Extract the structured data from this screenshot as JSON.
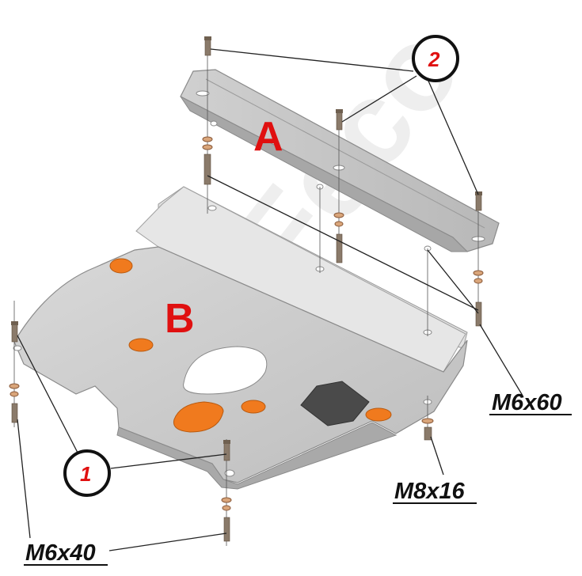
{
  "watermark": {
    "text": "ALFeco"
  },
  "parts": [
    {
      "label": "A"
    },
    {
      "label": "B"
    }
  ],
  "callouts": [
    {
      "number": "1"
    },
    {
      "number": "2"
    }
  ],
  "fasteners": [
    {
      "spec": "M6x60"
    },
    {
      "spec": "M8x16"
    },
    {
      "spec": "M6x40"
    }
  ],
  "colors": {
    "plate_fill": "#c9c9c9",
    "plate_edge": "#8a8a8a",
    "plug_orange": "#f07a1e",
    "label_red": "#e01010",
    "hole_dark": "#4a4a4a"
  }
}
